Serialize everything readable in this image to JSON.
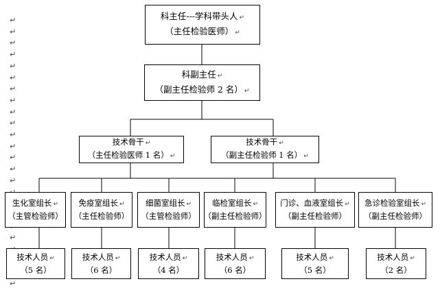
{
  "return_mark": "↵",
  "margin_marks": [
    "↵",
    "↵",
    "↵",
    "↵",
    "↵",
    "↵",
    "↵",
    "↵",
    "↵",
    "↵",
    "↵",
    "↵",
    "↵",
    "↵",
    "↵",
    "↵",
    "↵",
    "↵",
    "↵",
    "↵",
    "↵",
    "↵",
    "↵",
    "↵"
  ],
  "level1": {
    "line1": "科主任---学科带头人",
    "line2": "（主任检验医师）"
  },
  "level2": {
    "line1": "科副主任",
    "line2": "（副主任检验师 2 名）"
  },
  "level3": [
    {
      "line1": "技术骨干",
      "line2": "（主任检验医师 1 名）"
    },
    {
      "line1": "技术骨干",
      "line2": "（副主任检验师 1 名）"
    }
  ],
  "groups": [
    {
      "leader": "生化室组长",
      "title": "（主管检验师）",
      "staff": "技术人员",
      "count": "（5 名）"
    },
    {
      "leader": "免疫室组长",
      "title": "（主任检验师）",
      "staff": "技术人员",
      "count": "（6 名）"
    },
    {
      "leader": "细菌室组长",
      "title": "（主管检验师）",
      "staff": "技术人员",
      "count": "（4 名）"
    },
    {
      "leader": "临检室组长",
      "title": "（副主任检验师）",
      "staff": "技术人员",
      "count": "（6 名）"
    },
    {
      "leader": "门诊、血液室组长",
      "title": "（副主任检验师）",
      "staff": "技术人员",
      "count": "（5 名）"
    },
    {
      "leader": "急诊检验室组长",
      "title": "（副主任检验师）",
      "staff": "技术人员",
      "count": "（2 名）"
    }
  ]
}
